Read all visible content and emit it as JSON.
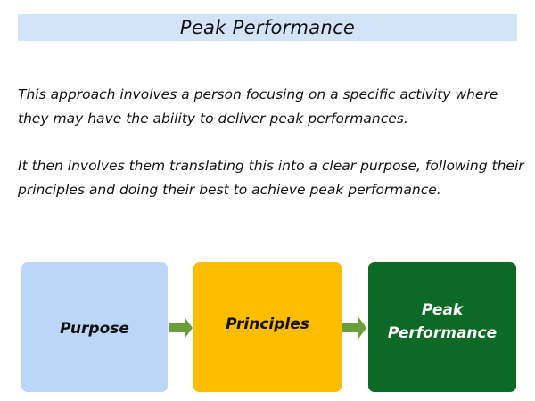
{
  "title": "Peak Performance",
  "paragraphs": [
    "This approach involves a person focusing on a specific activity where they may have the ability to deliver peak performances.",
    "It then involves them translating this into a clear purpose, following their principles and doing their best to achieve peak performance."
  ],
  "flow": [
    {
      "label": "Purpose",
      "color": "#bcd6f7"
    },
    {
      "label": "Principles",
      "color": "#fcbc00"
    },
    {
      "label": "Peak Performance",
      "color": "#0d6a26"
    }
  ],
  "arrow_color": "#6a9e3a",
  "icons": {
    "arrow": "right-arrow-icon"
  }
}
